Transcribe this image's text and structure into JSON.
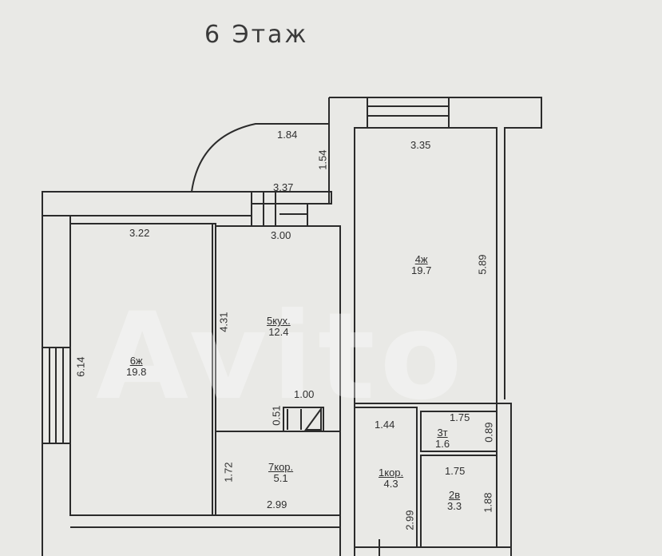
{
  "title": "6 Этаж",
  "watermark": "Avito",
  "dimensions": {
    "balcony_top": "1.84",
    "balcony_side": "1.54",
    "balcony_bottom": "3.37",
    "room6_top": "3.22",
    "room6_left": "6.14",
    "room5_top": "3.00",
    "room5_left": "4.31",
    "room4_top": "3.35",
    "room4_right": "5.89",
    "vent_width": "1.00",
    "vent_height": "0.51",
    "room7_left": "1.72",
    "room7_bottom": "2.99",
    "room1_top": "1.44",
    "room1_left": "2.99",
    "room3_top": "1.75",
    "room3_right": "0.89",
    "room2_top": "1.75",
    "room2_right": "1.88"
  },
  "rooms": {
    "r6": {
      "num": "6ж",
      "area": "19.8"
    },
    "r5": {
      "num": "5кух.",
      "area": "12.4"
    },
    "r4": {
      "num": "4ж",
      "area": "19.7"
    },
    "r7": {
      "num": "7кор.",
      "area": "5.1"
    },
    "r1": {
      "num": "1кор.",
      "area": "4.3"
    },
    "r3": {
      "num": "3т",
      "area": "1.6"
    },
    "r2": {
      "num": "2в",
      "area": "3.3"
    }
  }
}
